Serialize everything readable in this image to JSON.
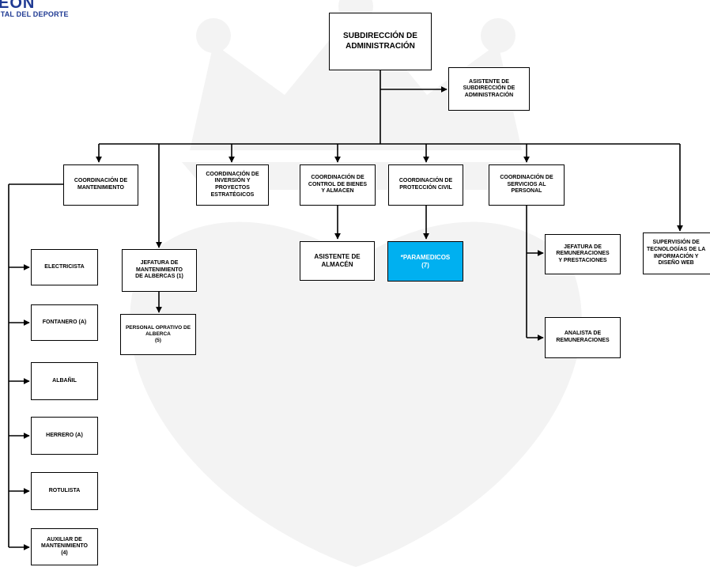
{
  "logo": {
    "mark": "EON",
    "subtitle": "ITAL DEL DEPORTE"
  },
  "nodes": {
    "subdireccion": "SUBDIRECCIÓN DE\nADMINISTRACIÓN",
    "asistente_subdireccion": "ASISTENTE DE\nSUBDIRECCIÓN DE\nADMINISTRACIÓN",
    "coord_mantenimiento": "COORDINACIÓN DE\nMANTENIMIENTO",
    "jefatura_albercas": "JEFATURA DE\nMANTENIMIENTO\nDE ALBERCAS (1)",
    "personal_alberca": "PERSONAL OPRATIVO DE\nALBERCA\n(5)",
    "coord_inversion": "COORDINACIÓN DE\nINVERSIÓN Y PROYECTOS\nESTRATÉGICOS",
    "coord_control_bienes": "COORDINACIÓN DE\nCONTROL DE BIENES\nY ALMACEN",
    "asistente_almacen": "ASISTENTE DE\nALMACÉN",
    "coord_proteccion_civil": "COORDINACIÓN DE\nPROTECCIÓN CIVIL",
    "paramedicos": "*PARAMEDICOS\n(7)",
    "coord_servicios_personal": "COORDINACIÓN DE\nSERVICIOS AL\nPERSONAL",
    "jefatura_remuneraciones": "JEFATURA DE\nREMUNERACIONES\nY PRESTACIONES",
    "analista_remuneraciones": "ANALISTA DE\nREMUNERACIONES",
    "supervision_ti": "SUPERVISIÓN DE\nTECNOLOGÍAS DE LA\nINFORMACIÓN Y\nDISEÑO WEB",
    "electricista": "ELECTRICISTA",
    "fontanero": "FONTANERO (A)",
    "albanil": "ALBAÑIL",
    "herrero": "HERRERO (A)",
    "rotulista": "ROTULISTA",
    "auxiliar_mantenimiento": "AUXILIAR DE\nMANTENIMIENTO\n(4)"
  },
  "colors": {
    "line": "#000000",
    "highlight_box": "#00b0f0",
    "watermark": "#f2f2f2",
    "logo": "#1f3a93"
  }
}
